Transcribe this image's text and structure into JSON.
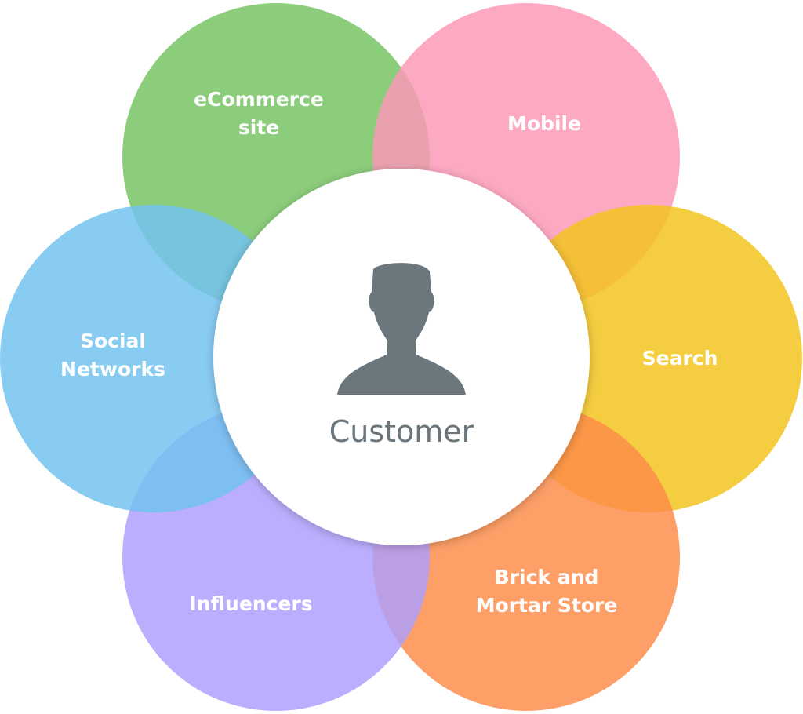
{
  "center": {
    "label": "Customer",
    "icon": "person-silhouette-icon",
    "icon_color": "#6c777d",
    "text_color": "#6b767c"
  },
  "petals": [
    {
      "id": "ecommerce-site",
      "lines": [
        "eCommerce",
        "site"
      ],
      "color": "#7cc66a"
    },
    {
      "id": "mobile",
      "lines": [
        "Mobile"
      ],
      "color": "#fd98b6"
    },
    {
      "id": "search",
      "lines": [
        "Search"
      ],
      "color": "#f3c41d"
    },
    {
      "id": "brick-and-mortar-store",
      "lines": [
        "Brick and",
        "Mortar Store"
      ],
      "color": "#fd8d4a"
    },
    {
      "id": "influencers",
      "lines": [
        "Influencers"
      ],
      "color": "#ae9ffe"
    },
    {
      "id": "social-networks",
      "lines": [
        "Social",
        "Networks"
      ],
      "color": "#72c2f0"
    }
  ]
}
